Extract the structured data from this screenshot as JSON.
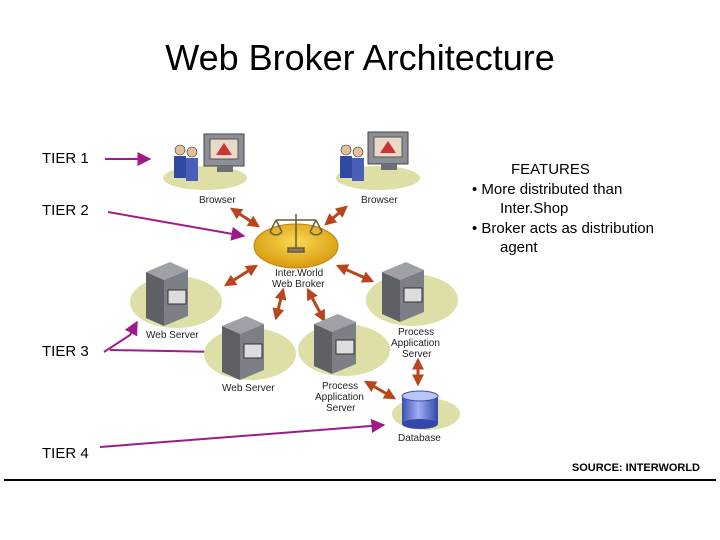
{
  "title": "Web Broker Architecture",
  "tiers": [
    "TIER 1",
    "TIER 2",
    "TIER 3",
    "TIER 4"
  ],
  "nodes": {
    "browser_left": "Browser",
    "browser_right": "Browser",
    "broker_line1": "Inter.World",
    "broker_line2": "Web Broker",
    "web_server_left": "Web Server",
    "web_server_middle": "Web Server",
    "process_server_right": [
      "Process",
      "Application",
      "Server"
    ],
    "process_server_middle": [
      "Process",
      "Application",
      "Server"
    ],
    "database": "Database"
  },
  "features": {
    "heading": "FEATURES",
    "lines": [
      "• More distributed than",
      "Inter.Shop",
      "• Broker acts as distribution",
      "agent"
    ]
  },
  "source": "SOURCE: INTERWORLD",
  "colors": {
    "tier_arrow": "#a01a8c",
    "node_arrow": "#b8451c",
    "broker_ellipse": "#e8b01a",
    "server_shadow": "#dedfa6",
    "database": "#4d67d0"
  },
  "icons": [
    "user-group-icon",
    "monitor-icon",
    "scales-icon",
    "server-tower-icon",
    "database-cylinder-icon"
  ]
}
